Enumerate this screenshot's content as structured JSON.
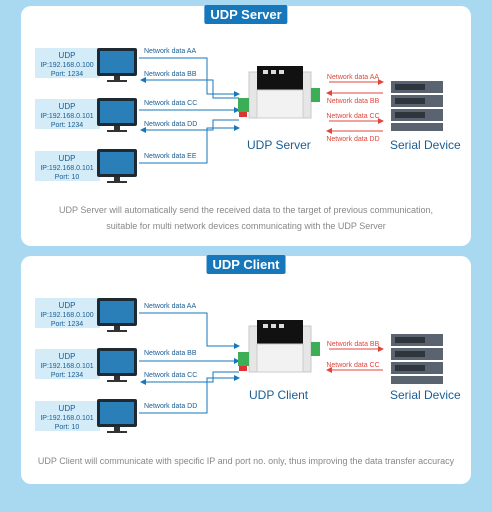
{
  "server_panel": {
    "title": "UDP Server",
    "clients": [
      {
        "name": "UDP",
        "ip": "IP:192.168.0.100",
        "port": "Port: 1234"
      },
      {
        "name": "UDP",
        "ip": "IP:192.168.0.101",
        "port": "Port: 1234"
      },
      {
        "name": "UDP",
        "ip": "IP:192.168.0.101",
        "port": "Port: 10"
      }
    ],
    "left_flows": [
      "Network data AA",
      "Network data BB",
      "Network data CC",
      "Network data DD",
      "Network data EE"
    ],
    "right_flows": [
      "Network data AA",
      "Network data BB",
      "Network data CC",
      "Network data DD"
    ],
    "gateway_label": "UDP Server",
    "serial_label": "Serial Device",
    "caption_line1": "UDP Server will automatically send the received data to the target of previous communication,",
    "caption_line2": "suitable for multi network devices communicating with the UDP Server"
  },
  "client_panel": {
    "title": "UDP Client",
    "clients": [
      {
        "name": "UDP",
        "ip": "IP:192.168.0.100",
        "port": "Port: 1234"
      },
      {
        "name": "UDP",
        "ip": "IP:192.168.0.101",
        "port": "Port: 1234"
      },
      {
        "name": "UDP",
        "ip": "IP:192.168.0.101",
        "port": "Port: 10"
      }
    ],
    "left_flows": [
      "Network data AA",
      "Network data BB",
      "Network data CC",
      "Network data DD"
    ],
    "right_flows": [
      "Network data BB",
      "Network data CC"
    ],
    "gateway_label": "UDP Client",
    "serial_label": "Serial Device",
    "caption_line1": "UDP Client will communicate with specific IP and port no. only, thus improving the data transfer accuracy"
  },
  "colors": {
    "blue": "#1677bb",
    "red": "#e0463c",
    "label_bg": "#d3ecf8",
    "background": "#a9d9f1"
  }
}
